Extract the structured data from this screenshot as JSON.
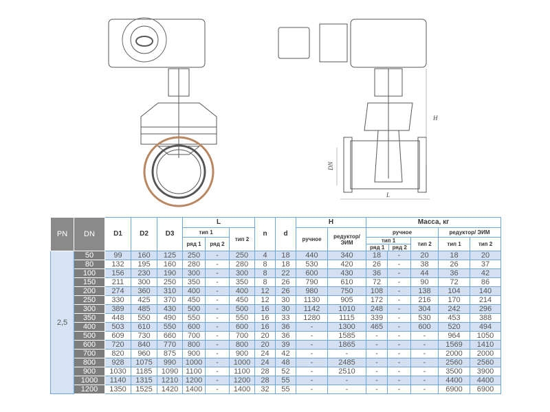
{
  "drawing_labels": {
    "height": "H",
    "nominal": "DN",
    "length": "L"
  },
  "header": {
    "pn": "PN",
    "dn": "DN",
    "d1": "D1",
    "d2": "D2",
    "d3": "D3",
    "l": "L",
    "type1": "тип 1",
    "row1": "ряд 1",
    "row2": "ряд 2",
    "type2": "тип 2",
    "n": "n",
    "d": "d",
    "h": "H",
    "manual": "ручное",
    "gear": "редуктор/ ЭИМ",
    "mass": "Масса, кг",
    "gear_eim": "редуктор/ ЭИМ"
  },
  "pn_value": "2,5",
  "rows": [
    [
      "50",
      "99",
      "160",
      "125",
      "250",
      "-",
      "250",
      "4",
      "18",
      "440",
      "340",
      "18",
      "-",
      "20",
      "18",
      "20"
    ],
    [
      "80",
      "132",
      "195",
      "160",
      "280",
      "-",
      "280",
      "8",
      "18",
      "530",
      "420",
      "26",
      "-",
      "38",
      "26",
      "37"
    ],
    [
      "100",
      "156",
      "230",
      "190",
      "300",
      "-",
      "300",
      "8",
      "22",
      "600",
      "430",
      "36",
      "-",
      "44",
      "36",
      "42"
    ],
    [
      "150",
      "211",
      "300",
      "250",
      "350",
      "-",
      "350",
      "8",
      "26",
      "790",
      "610",
      "72",
      "-",
      "90",
      "72",
      "86"
    ],
    [
      "200",
      "274",
      "360",
      "310",
      "400",
      "-",
      "400",
      "12",
      "26",
      "980",
      "750",
      "108",
      "-",
      "138",
      "104",
      "140"
    ],
    [
      "250",
      "330",
      "425",
      "370",
      "450",
      "-",
      "450",
      "12",
      "30",
      "1130",
      "905",
      "172",
      "-",
      "216",
      "170",
      "214"
    ],
    [
      "300",
      "389",
      "485",
      "430",
      "500",
      "-",
      "500",
      "16",
      "30",
      "1142",
      "1010",
      "248",
      "-",
      "304",
      "242",
      "296"
    ],
    [
      "350",
      "448",
      "550",
      "490",
      "550",
      "-",
      "550",
      "16",
      "33",
      "1280",
      "1115",
      "339",
      "-",
      "530",
      "453",
      "388"
    ],
    [
      "400",
      "503",
      "610",
      "550",
      "600",
      "-",
      "600",
      "16",
      "36",
      "-",
      "1300",
      "465",
      "-",
      "600",
      "520",
      "494"
    ],
    [
      "500",
      "609",
      "730",
      "660",
      "700",
      "-",
      "700",
      "20",
      "36",
      "-",
      "1585",
      "-",
      "-",
      "-",
      "964",
      "1050"
    ],
    [
      "600",
      "720",
      "840",
      "770",
      "800",
      "-",
      "800",
      "20",
      "39",
      "-",
      "1865",
      "-",
      "-",
      "-",
      "1569",
      "1410"
    ],
    [
      "700",
      "820",
      "960",
      "875",
      "900",
      "-",
      "900",
      "24",
      "42",
      "-",
      "-",
      "-",
      "-",
      "-",
      "2000",
      "2000"
    ],
    [
      "800",
      "928",
      "1075",
      "990",
      "1000",
      "-",
      "1000",
      "24",
      "48",
      "-",
      "2485",
      "-",
      "-",
      "-",
      "2560",
      "2560"
    ],
    [
      "900",
      "1030",
      "1185",
      "1090",
      "1100",
      "-",
      "1100",
      "28",
      "52",
      "-",
      "2510",
      "-",
      "-",
      "-",
      "3500",
      "3900"
    ],
    [
      "1000",
      "1140",
      "1315",
      "1210",
      "1200",
      "-",
      "1200",
      "28",
      "55",
      "-",
      "-",
      "-",
      "-",
      "-",
      "4400",
      "4400"
    ],
    [
      "1200",
      "1350",
      "1525",
      "1420",
      "1400",
      "-",
      "1400",
      "32",
      "55",
      "-",
      "-",
      "-",
      "-",
      "-",
      "6900",
      "6900"
    ]
  ]
}
